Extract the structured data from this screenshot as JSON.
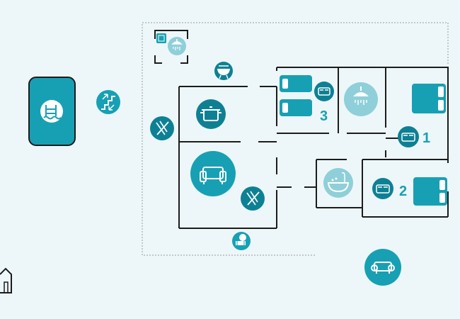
{
  "rooms": {
    "bedroom_1": {
      "number": "1",
      "icon": "bed-icon"
    },
    "bedroom_2": {
      "number": "2",
      "icon": "bed-icon"
    },
    "bedroom_3": {
      "number": "3",
      "icon": "bed-icon"
    }
  },
  "icons": [
    "pool-icon",
    "stairs-icon",
    "outdoor-shower-icon",
    "bbq-grill-icon",
    "kitchen-pot-icon",
    "dining-icon",
    "living-room-sofa-icon",
    "shower-icon",
    "bathtub-icon",
    "garden-icon",
    "outdoor-sofa-icon",
    "house-icon",
    "bed-icon",
    "wardrobe-icon"
  ],
  "colors": {
    "background": "#edf7f9",
    "primary": "#17a0b4",
    "dark": "#0e8094",
    "light": "#8fcfd9",
    "wall": "#1c1c1c"
  }
}
